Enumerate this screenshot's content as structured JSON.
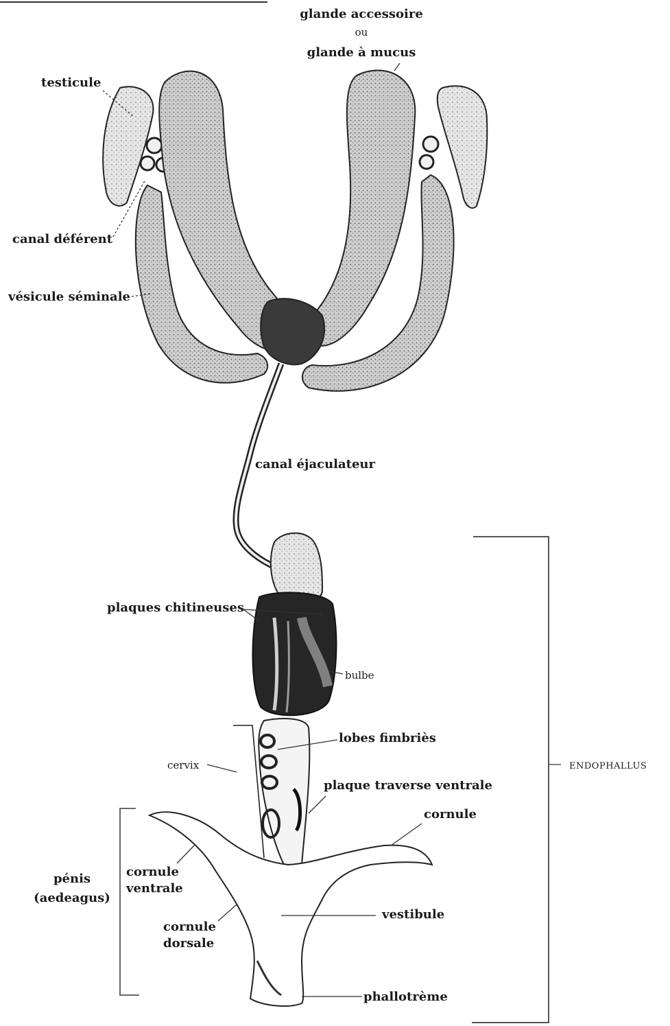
{
  "labels": {
    "glande_line1": "glande accessoire",
    "glande_line2": "ou",
    "glande_line3": "glande à mucus",
    "testicule": "testicule",
    "canal_deferent": "canal déférent",
    "vesicule_seminale": "vésicule séminale",
    "canal_ejaculateur": "canal éjaculateur",
    "plaques_chitineuses": "plaques chitineuses",
    "bulbe": "bulbe",
    "lobes_fimbries": "lobes fimbriès",
    "cervix": "cervix",
    "plaque_traverse_ventrale": "plaque traverse ventrale",
    "cornule": "cornule",
    "cornule_ventrale_line1": "cornule",
    "cornule_ventrale_line2": "ventrale",
    "cornule_dorsale_line1": "cornule",
    "cornule_dorsale_line2": "dorsale",
    "penis_line1": "pénis",
    "penis_line2": "(aedeagus)",
    "vestibule": "vestibule",
    "phallotreme": "phallotrème",
    "endophallus": "ENDOPHALLUS"
  },
  "colors": {
    "ink": "#1a1a1a",
    "organ_fill": "#d9d9d9",
    "organ_dark": "#2b2b2b",
    "bracket": "#555555"
  }
}
